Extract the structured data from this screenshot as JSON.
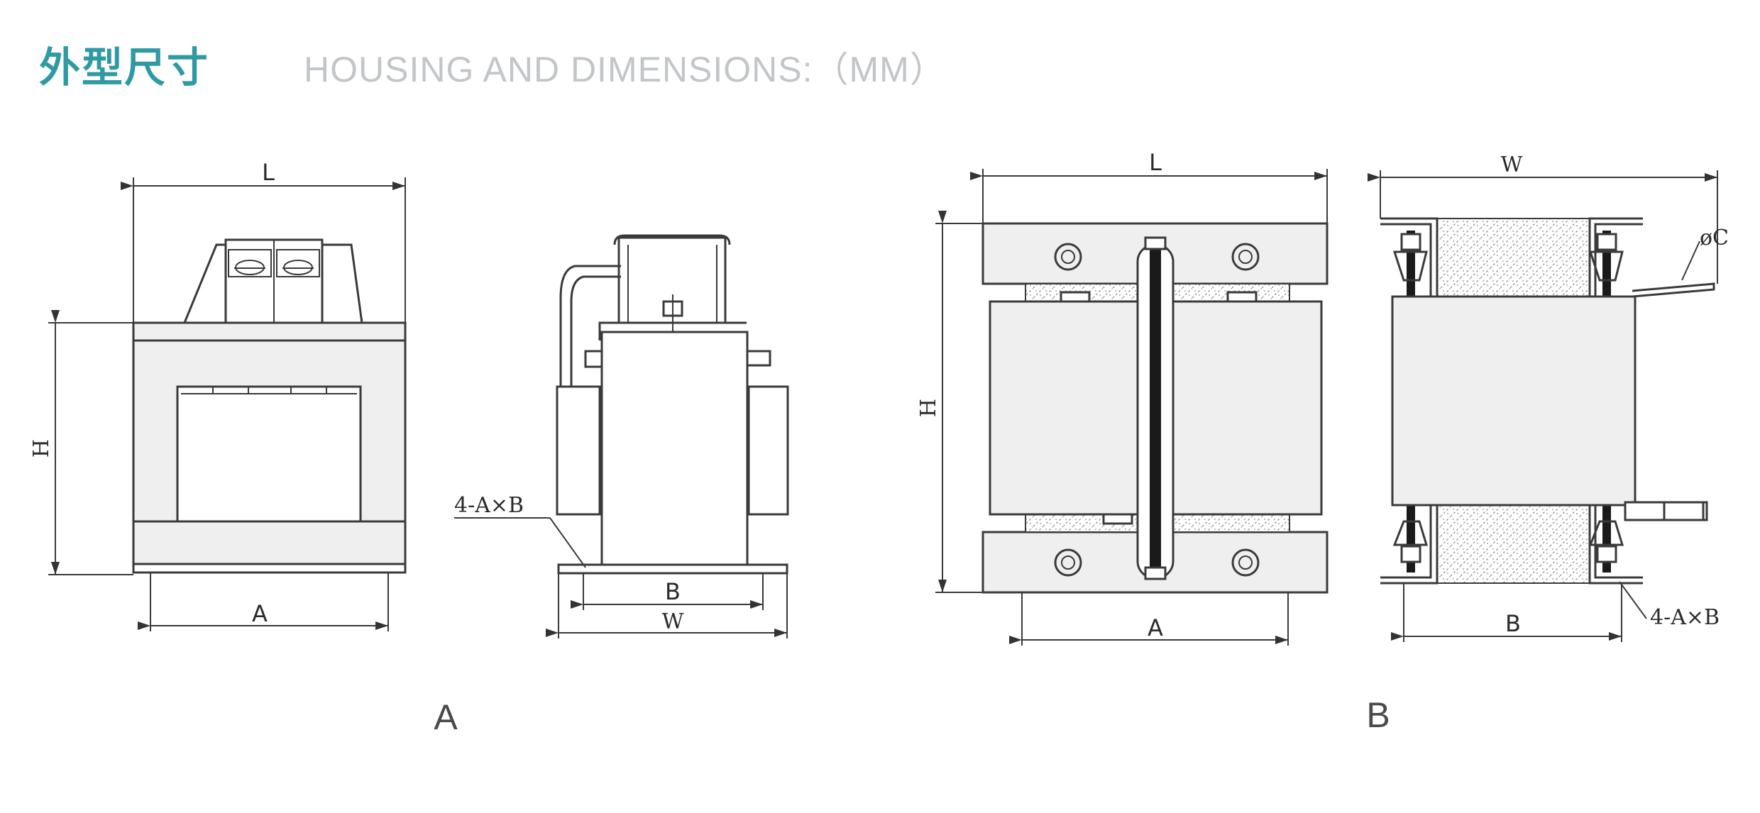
{
  "header": {
    "title_cn": "外型尺寸",
    "title_en": "HOUSING AND DIMENSIONS:（MM）"
  },
  "drawing_a": {
    "caption": "A",
    "front_labels": {
      "length": "L",
      "height": "H",
      "mount": "A"
    },
    "side_labels": {
      "hole": "4-A×B",
      "mount": "B",
      "width": "W"
    }
  },
  "drawing_b": {
    "caption": "B",
    "front_labels": {
      "length": "L",
      "height": "H",
      "mount": "A"
    },
    "side_labels": {
      "width": "W",
      "diameter": "øC",
      "mount": "B",
      "hole": "4-A×B"
    }
  }
}
